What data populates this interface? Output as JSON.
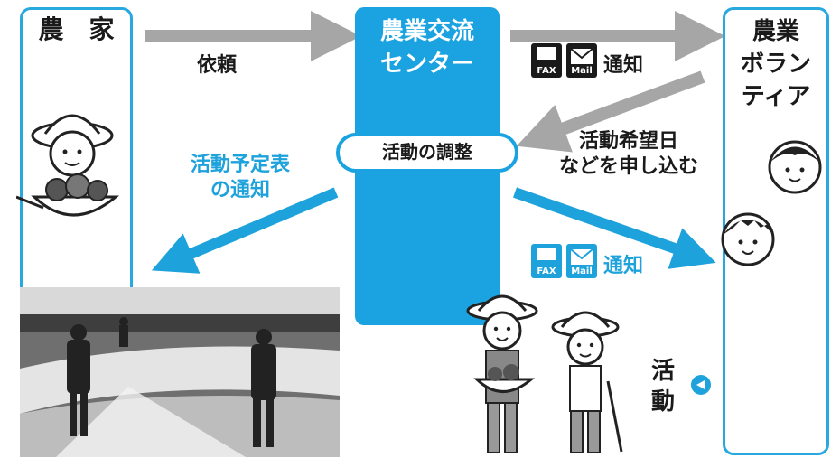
{
  "farmer": {
    "label": "農　家"
  },
  "center": {
    "title_line1": "農業交流",
    "title_line2": "センター",
    "coordination": "活動の調整"
  },
  "volunteer": {
    "line1": "農業",
    "line2": "ボラン",
    "line3": "ティア"
  },
  "labels": {
    "request": "依頼",
    "notify_top": "通知",
    "apply_line1": "活動希望日",
    "apply_line2": "などを申し込む",
    "schedule_line1": "活動予定表",
    "schedule_line2": "の通知",
    "notify_bottom": "通知",
    "activity_line1": "活",
    "activity_line2": "動"
  },
  "icons": {
    "fax_text": "FAX",
    "mail_text": "Mail"
  },
  "colors": {
    "accent_blue": "#1aa3e0",
    "arrow_gray": "#a6a6a6",
    "arrow_blue": "#1ea2dc",
    "text_dark": "#1a1a1a"
  }
}
